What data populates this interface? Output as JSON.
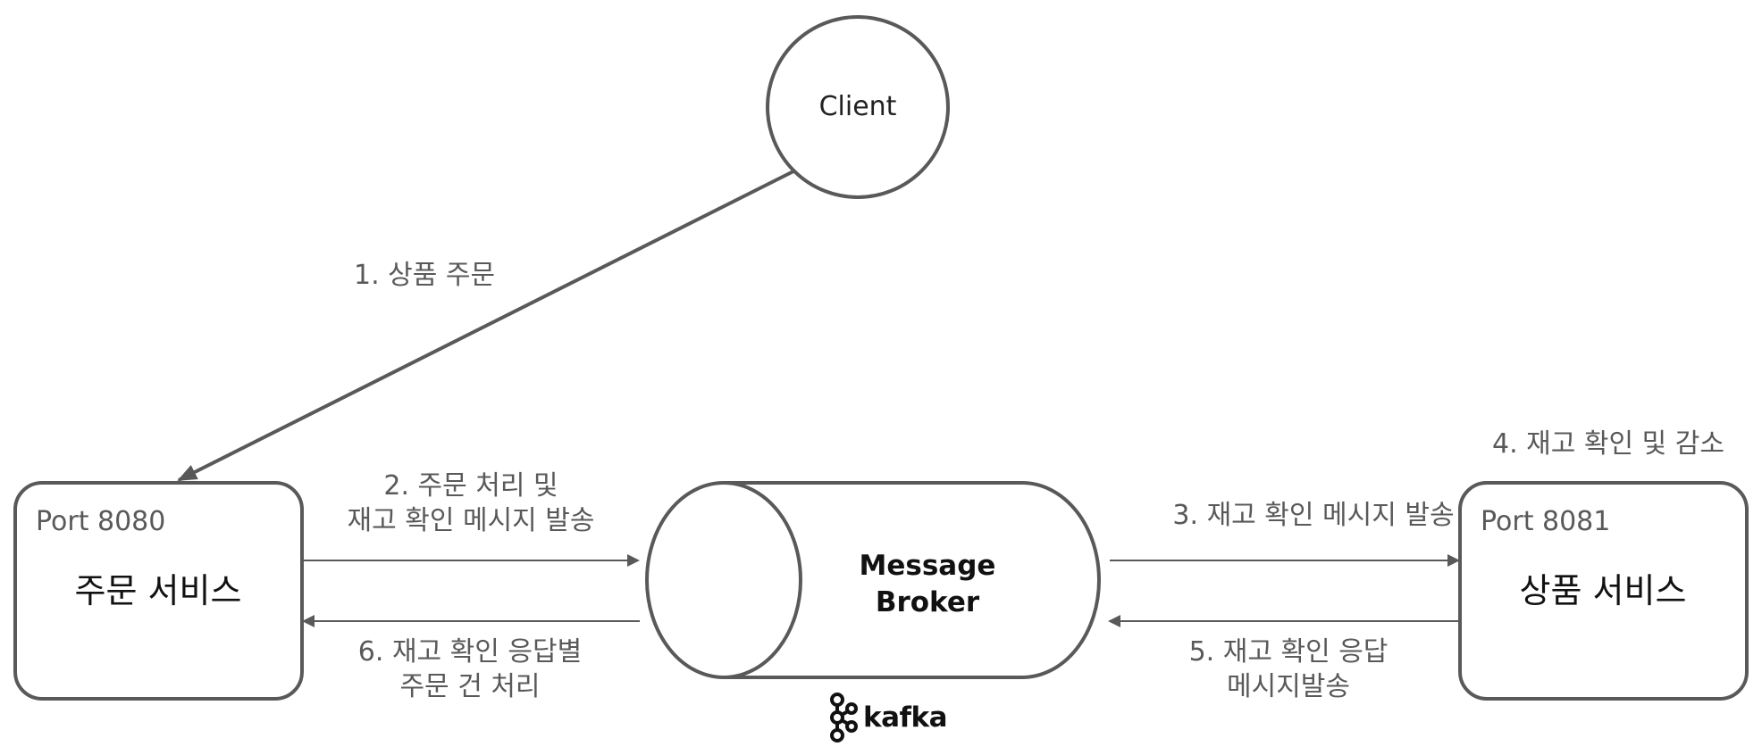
{
  "client": {
    "label": "Client"
  },
  "order_service": {
    "port": "Port 8080",
    "name": "주문 서비스"
  },
  "product_service": {
    "port": "Port 8081",
    "name": "상품 서비스",
    "note": "4. 재고 확인 및 감소"
  },
  "broker": {
    "line1": "Message",
    "line2": "Broker",
    "brand": "kafka"
  },
  "steps": {
    "step1": "1. 상품 주문",
    "step2_line1": "2. 주문 처리 및",
    "step2_line2": "재고 확인 메시지 발송",
    "step3": "3. 재고 확인 메시지 발송",
    "step5_line1": "5. 재고 확인 응답",
    "step5_line2": "메시지발송",
    "step6_line1": "6. 재고 확인 응답별",
    "step6_line2": "주문 건 처리"
  },
  "colors": {
    "stroke": "#595959",
    "text": "#595959",
    "background": "#ffffff"
  },
  "icons": {
    "kafka_logo": "kafka-logo-icon"
  }
}
